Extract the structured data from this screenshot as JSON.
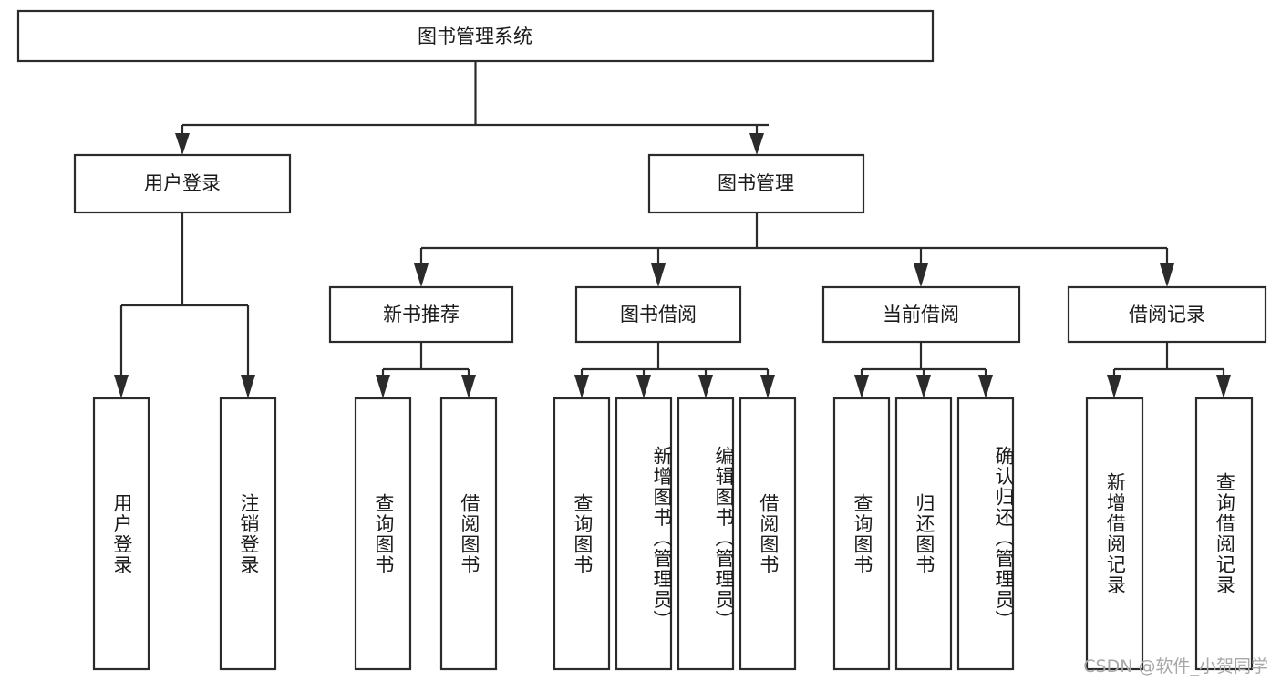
{
  "diagram": {
    "type": "tree-hierarchy",
    "title": "图书管理系统",
    "watermark": "CSDN @软件_小贺同学",
    "root": {
      "label": "图书管理系统",
      "id": "root"
    },
    "level2": [
      {
        "id": "user-login",
        "label": "用户登录"
      },
      {
        "id": "book-management",
        "label": "图书管理"
      }
    ],
    "level3": [
      {
        "id": "new-book-recommend",
        "label": "新书推荐",
        "parent": "book-management"
      },
      {
        "id": "book-borrow",
        "label": "图书借阅",
        "parent": "book-management"
      },
      {
        "id": "current-borrow",
        "label": "当前借阅",
        "parent": "book-management"
      },
      {
        "id": "borrow-record",
        "label": "借阅记录",
        "parent": "book-management"
      }
    ],
    "leaves": [
      {
        "id": "leaf-user-login",
        "label": "用户登录",
        "parent": "user-login"
      },
      {
        "id": "leaf-logout-login",
        "label": "注销登录",
        "parent": "user-login"
      },
      {
        "id": "leaf-query-book-1",
        "label": "查询图书",
        "parent": "new-book-recommend"
      },
      {
        "id": "leaf-borrow-book-1",
        "label": "借阅图书",
        "parent": "new-book-recommend"
      },
      {
        "id": "leaf-query-book-2",
        "label": "查询图书",
        "parent": "book-borrow"
      },
      {
        "id": "leaf-add-book",
        "label": "新增图书（管理员）",
        "parent": "book-borrow"
      },
      {
        "id": "leaf-edit-book",
        "label": "编辑图书（管理员）",
        "parent": "book-borrow"
      },
      {
        "id": "leaf-borrow-book-2",
        "label": "借阅图书",
        "parent": "book-borrow"
      },
      {
        "id": "leaf-query-book-3",
        "label": "查询图书",
        "parent": "current-borrow"
      },
      {
        "id": "leaf-return-book",
        "label": "归还图书",
        "parent": "current-borrow"
      },
      {
        "id": "leaf-confirm-return",
        "label": "确认归还（管理员）",
        "parent": "current-borrow"
      },
      {
        "id": "leaf-add-record",
        "label": "新增借阅记录",
        "parent": "borrow-record"
      },
      {
        "id": "leaf-query-record",
        "label": "查询借阅记录",
        "parent": "borrow-record"
      }
    ],
    "colors": {
      "stroke": "#2b2b2b",
      "fill": "#ffffff",
      "text": "#1a1a1a",
      "watermark": "#a8a8a8",
      "background": "#ffffff"
    }
  }
}
